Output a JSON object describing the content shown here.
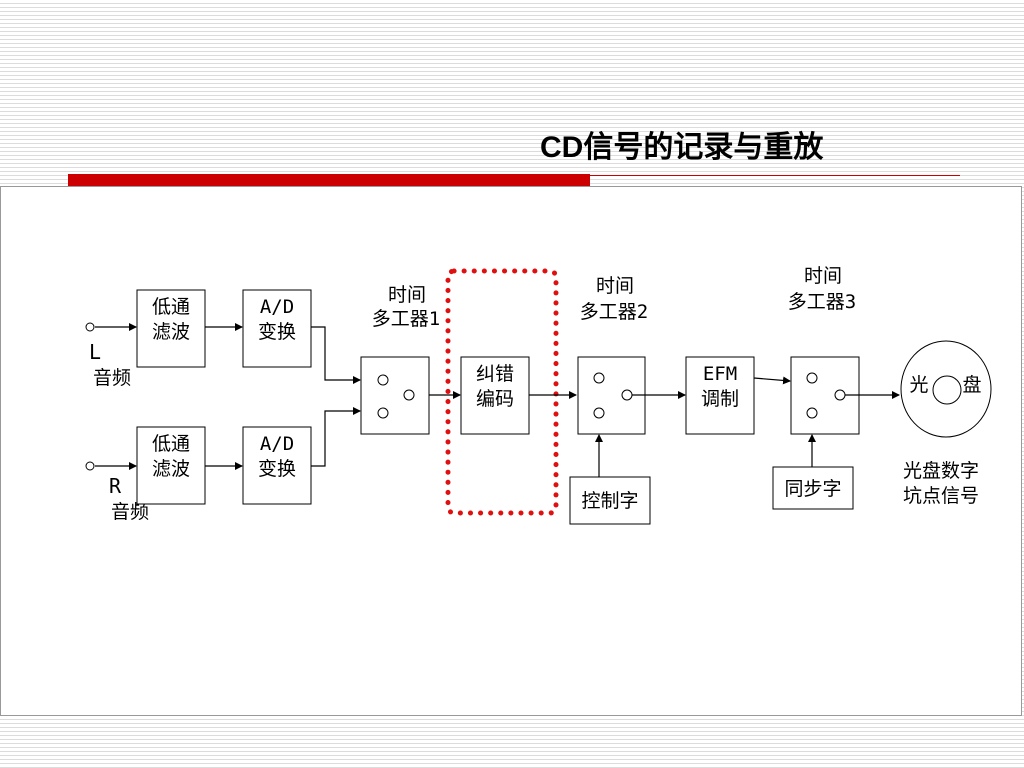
{
  "slide": {
    "title": "CD信号的记录与重放"
  },
  "diagram": {
    "inputs": {
      "left_channel": "L",
      "left_label": "音频",
      "right_channel": "R",
      "right_label": "音频"
    },
    "lowpass_top_line1": "低通",
    "lowpass_top_line2": "滤波",
    "lowpass_bottom_line1": "低通",
    "lowpass_bottom_line2": "滤波",
    "adc_top_line1": "A/D",
    "adc_top_line2": "变换",
    "adc_bottom_line1": "A/D",
    "adc_bottom_line2": "变换",
    "mux1_line1": "时间",
    "mux1_line2": "多工器1",
    "mux2_line1": "时间",
    "mux2_line2": "多工器2",
    "mux3_line1": "时间",
    "mux3_line2": "多工器3",
    "ecc_line1": "纠错",
    "ecc_line2": "编码",
    "efm_line1": "EFM",
    "efm_line2": "调制",
    "control_word": "控制字",
    "sync_word": "同步字",
    "disc_left": "光",
    "disc_right": "盘",
    "disc_caption_line1": "光盘数字",
    "disc_caption_line2": "坑点信号"
  }
}
